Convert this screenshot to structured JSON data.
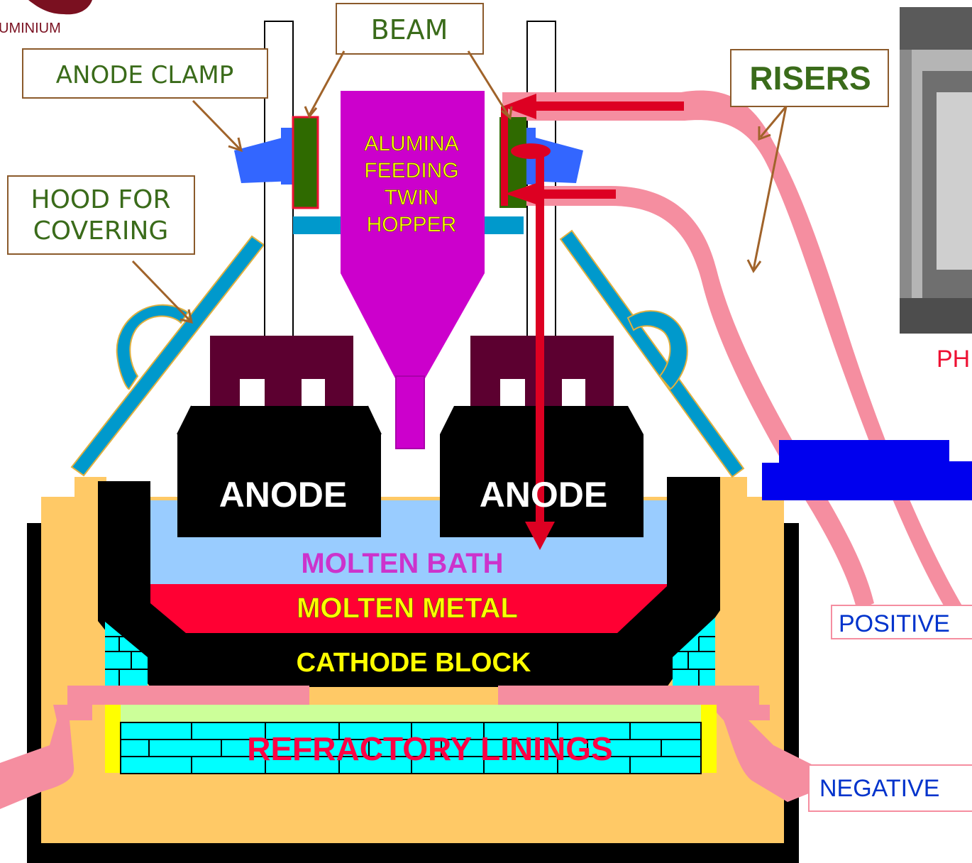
{
  "logo": {
    "text": "UMINIUM",
    "color": "#7a1020"
  },
  "callouts": {
    "beam": "BEAM",
    "anode_clamp": "ANODE CLAMP",
    "hood_line1": "HOOD FOR",
    "hood_line2": "COVERING",
    "risers": "RISERS",
    "positive": "POSITIVE",
    "negative": "NEGATIVE",
    "photo_caption": "PH"
  },
  "hopper": {
    "line1": "ALUMINA",
    "line2": "FEEDING",
    "line3": "TWIN",
    "line4": "HOPPER"
  },
  "cell": {
    "anode_left": "ANODE",
    "anode_right": "ANODE",
    "molten_bath": "MOLTEN BATH",
    "molten_metal": "MOLTEN METAL",
    "cathode_block": "CATHODE BLOCK",
    "refractory": "REFRACTORY LININGS"
  },
  "colors": {
    "callout_text": "#3a6b1a",
    "callout_border": "#8b5a2b",
    "hopper": "#cc00cc",
    "anode_top": "#5c0030",
    "clamp": "#3366ff",
    "beam_plate": "#2f6a00",
    "bus_bar": "#0099cc",
    "riser": "#f58ea0",
    "current_arrow": "#dd0022",
    "shell": "#ffc966",
    "bath": "#99ccff",
    "metal": "#ff0033",
    "brick": "#00ffff",
    "lining": "#ccff99",
    "lining_edge": "#ffff00",
    "busbar_blue": "#0000ee"
  }
}
